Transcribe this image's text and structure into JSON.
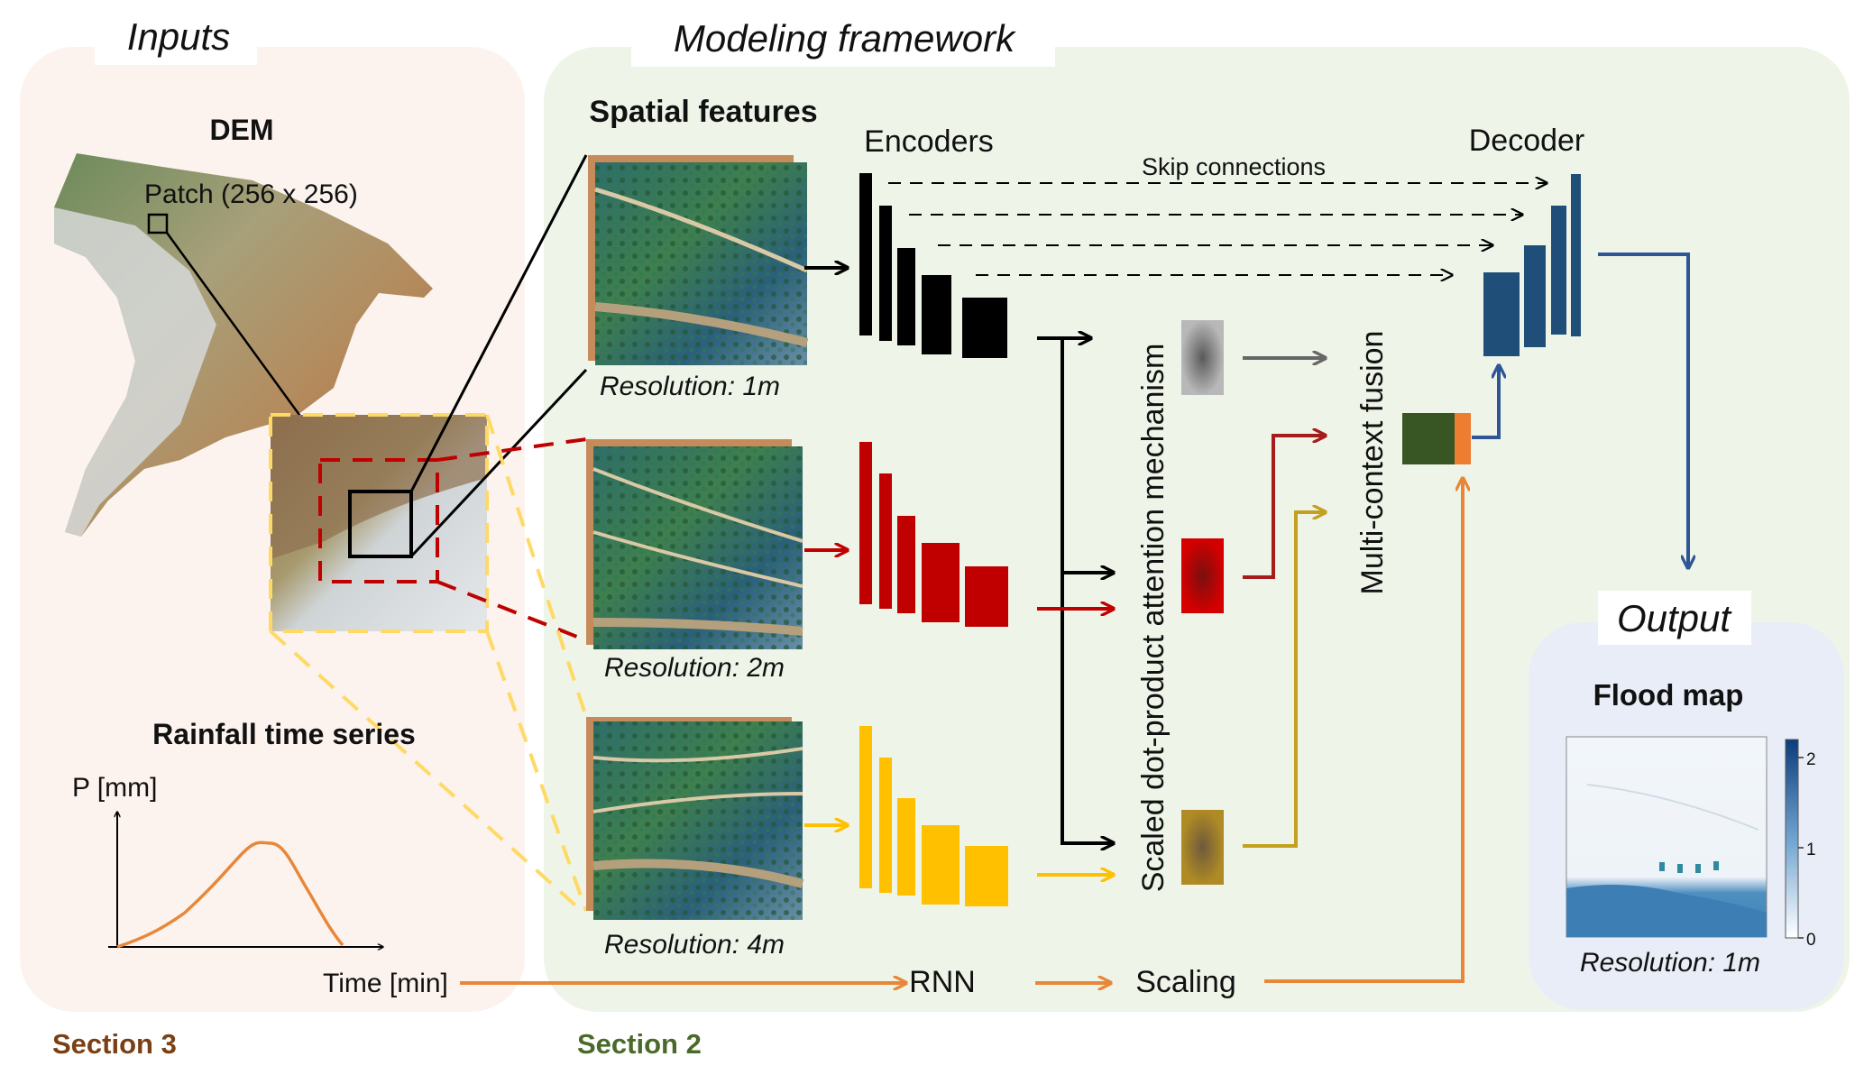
{
  "sections": {
    "inputs": "Inputs",
    "modeling": "Modeling framework",
    "output": "Output"
  },
  "inputs": {
    "dem_title": "DEM",
    "patch_label": "Patch (256 x 256)",
    "rainfall_title": "Rainfall time series",
    "p_axis": "P [mm]",
    "time_axis": "Time [min]"
  },
  "framework": {
    "spatial_title": "Spatial features",
    "encoders": "Encoders",
    "decoder": "Decoder",
    "skip": "Skip connections",
    "res_1m": "Resolution: 1m",
    "res_2m": "Resolution: 2m",
    "res_4m": "Resolution: 4m",
    "attention": "Scaled  dot-product  attention  mechanism",
    "fusion": "Multi-context  fusion",
    "rnn": "RNN",
    "scaling": "Scaling"
  },
  "output": {
    "flood_title": "Flood map",
    "resolution": "Resolution: 1m",
    "colorbar_ticks": [
      "2",
      "1",
      "0"
    ]
  },
  "footer": {
    "section3": "Section 3",
    "section2": "Section 2"
  },
  "colors": {
    "black_path": "#000000",
    "red_path": "#c00000",
    "yellow_path": "#ffc000",
    "orange_path": "#e8873a",
    "decoder_blue": "#1f4e79",
    "fusion_green": "#375623",
    "inputs_bg": "#fcf3ee",
    "framework_bg": "#eef5e8",
    "output_bg": "#e9edf7"
  }
}
